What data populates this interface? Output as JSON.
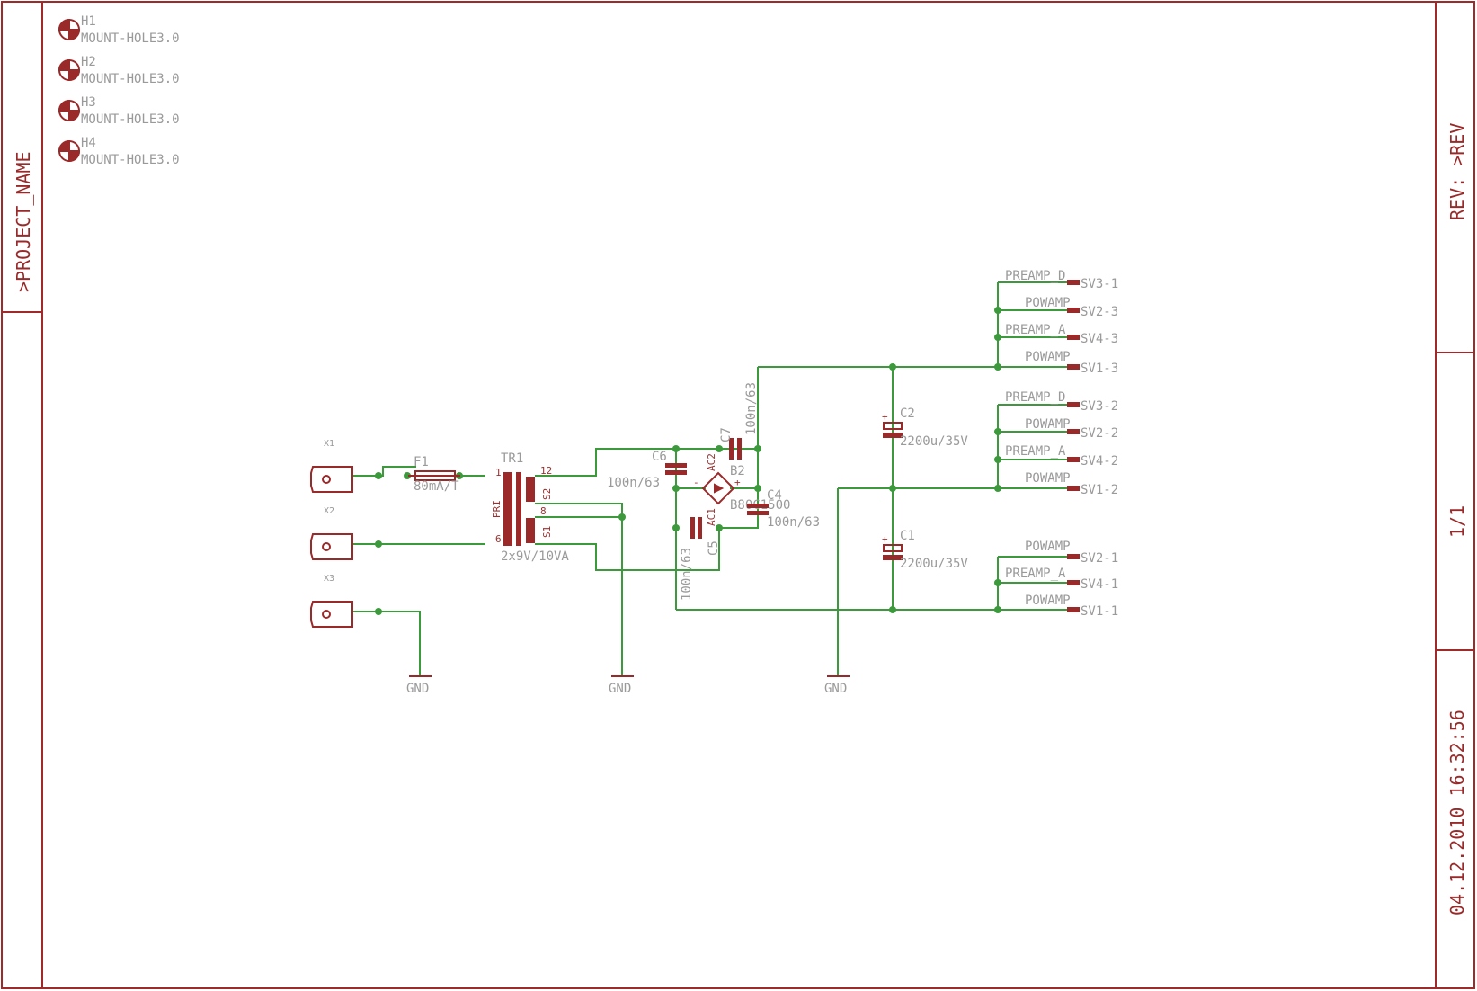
{
  "frame": {
    "project_name": ">PROJECT_NAME",
    "revision": "REV: >REV",
    "sheet": "1/1",
    "datetime": "04.12.2010 16:32:56"
  },
  "mount_holes": [
    {
      "ref": "H1",
      "value": "MOUNT-HOLE3.0"
    },
    {
      "ref": "H2",
      "value": "MOUNT-HOLE3.0"
    },
    {
      "ref": "H3",
      "value": "MOUNT-HOLE3.0"
    },
    {
      "ref": "H4",
      "value": "MOUNT-HOLE3.0"
    }
  ],
  "terminals": [
    "X1",
    "X2",
    "X3"
  ],
  "fuse": {
    "ref": "F1",
    "value": "80mA/T"
  },
  "transformer": {
    "ref": "TR1",
    "value": "2x9V/10VA",
    "pins": [
      "1",
      "6",
      "12",
      "8"
    ],
    "windings": [
      "PRI",
      "S2",
      "S1"
    ]
  },
  "bridge": {
    "ref": "B2",
    "value": "B80C1500",
    "pins": [
      "AC2",
      "AC1",
      "-",
      "+"
    ]
  },
  "capacitors": [
    {
      "ref": "C6",
      "value": "100n/63"
    },
    {
      "ref": "C7",
      "value": "100n/63"
    },
    {
      "ref": "C5",
      "value": "100n/63"
    },
    {
      "ref": "C4",
      "value": "100n/63"
    },
    {
      "ref": "C2",
      "value": "2200u/35V"
    },
    {
      "ref": "C1",
      "value": "2200u/35V"
    }
  ],
  "grounds": [
    "GND",
    "GND",
    "GND"
  ],
  "connectors": [
    {
      "net": "PREAMP_D",
      "pin": "SV3-1"
    },
    {
      "net": "POWAMP",
      "pin": "SV2-3"
    },
    {
      "net": "PREAMP_A",
      "pin": "SV4-3"
    },
    {
      "net": "POWAMP",
      "pin": "SV1-3"
    },
    {
      "net": "PREAMP_D",
      "pin": "SV3-2"
    },
    {
      "net": "POWAMP",
      "pin": "SV2-2"
    },
    {
      "net": "PREAMP_A",
      "pin": "SV4-2"
    },
    {
      "net": "POWAMP",
      "pin": "SV1-2"
    },
    {
      "net": "POWAMP",
      "pin": "SV2-1"
    },
    {
      "net": "PREAMP_A",
      "pin": "SV4-1"
    },
    {
      "net": "POWAMP",
      "pin": "SV1-1"
    }
  ],
  "colors": {
    "frame": "#a02a2a",
    "symbol": "#9a2a2a",
    "wire": "#3c9a3c",
    "label": "#9a9a9a"
  }
}
